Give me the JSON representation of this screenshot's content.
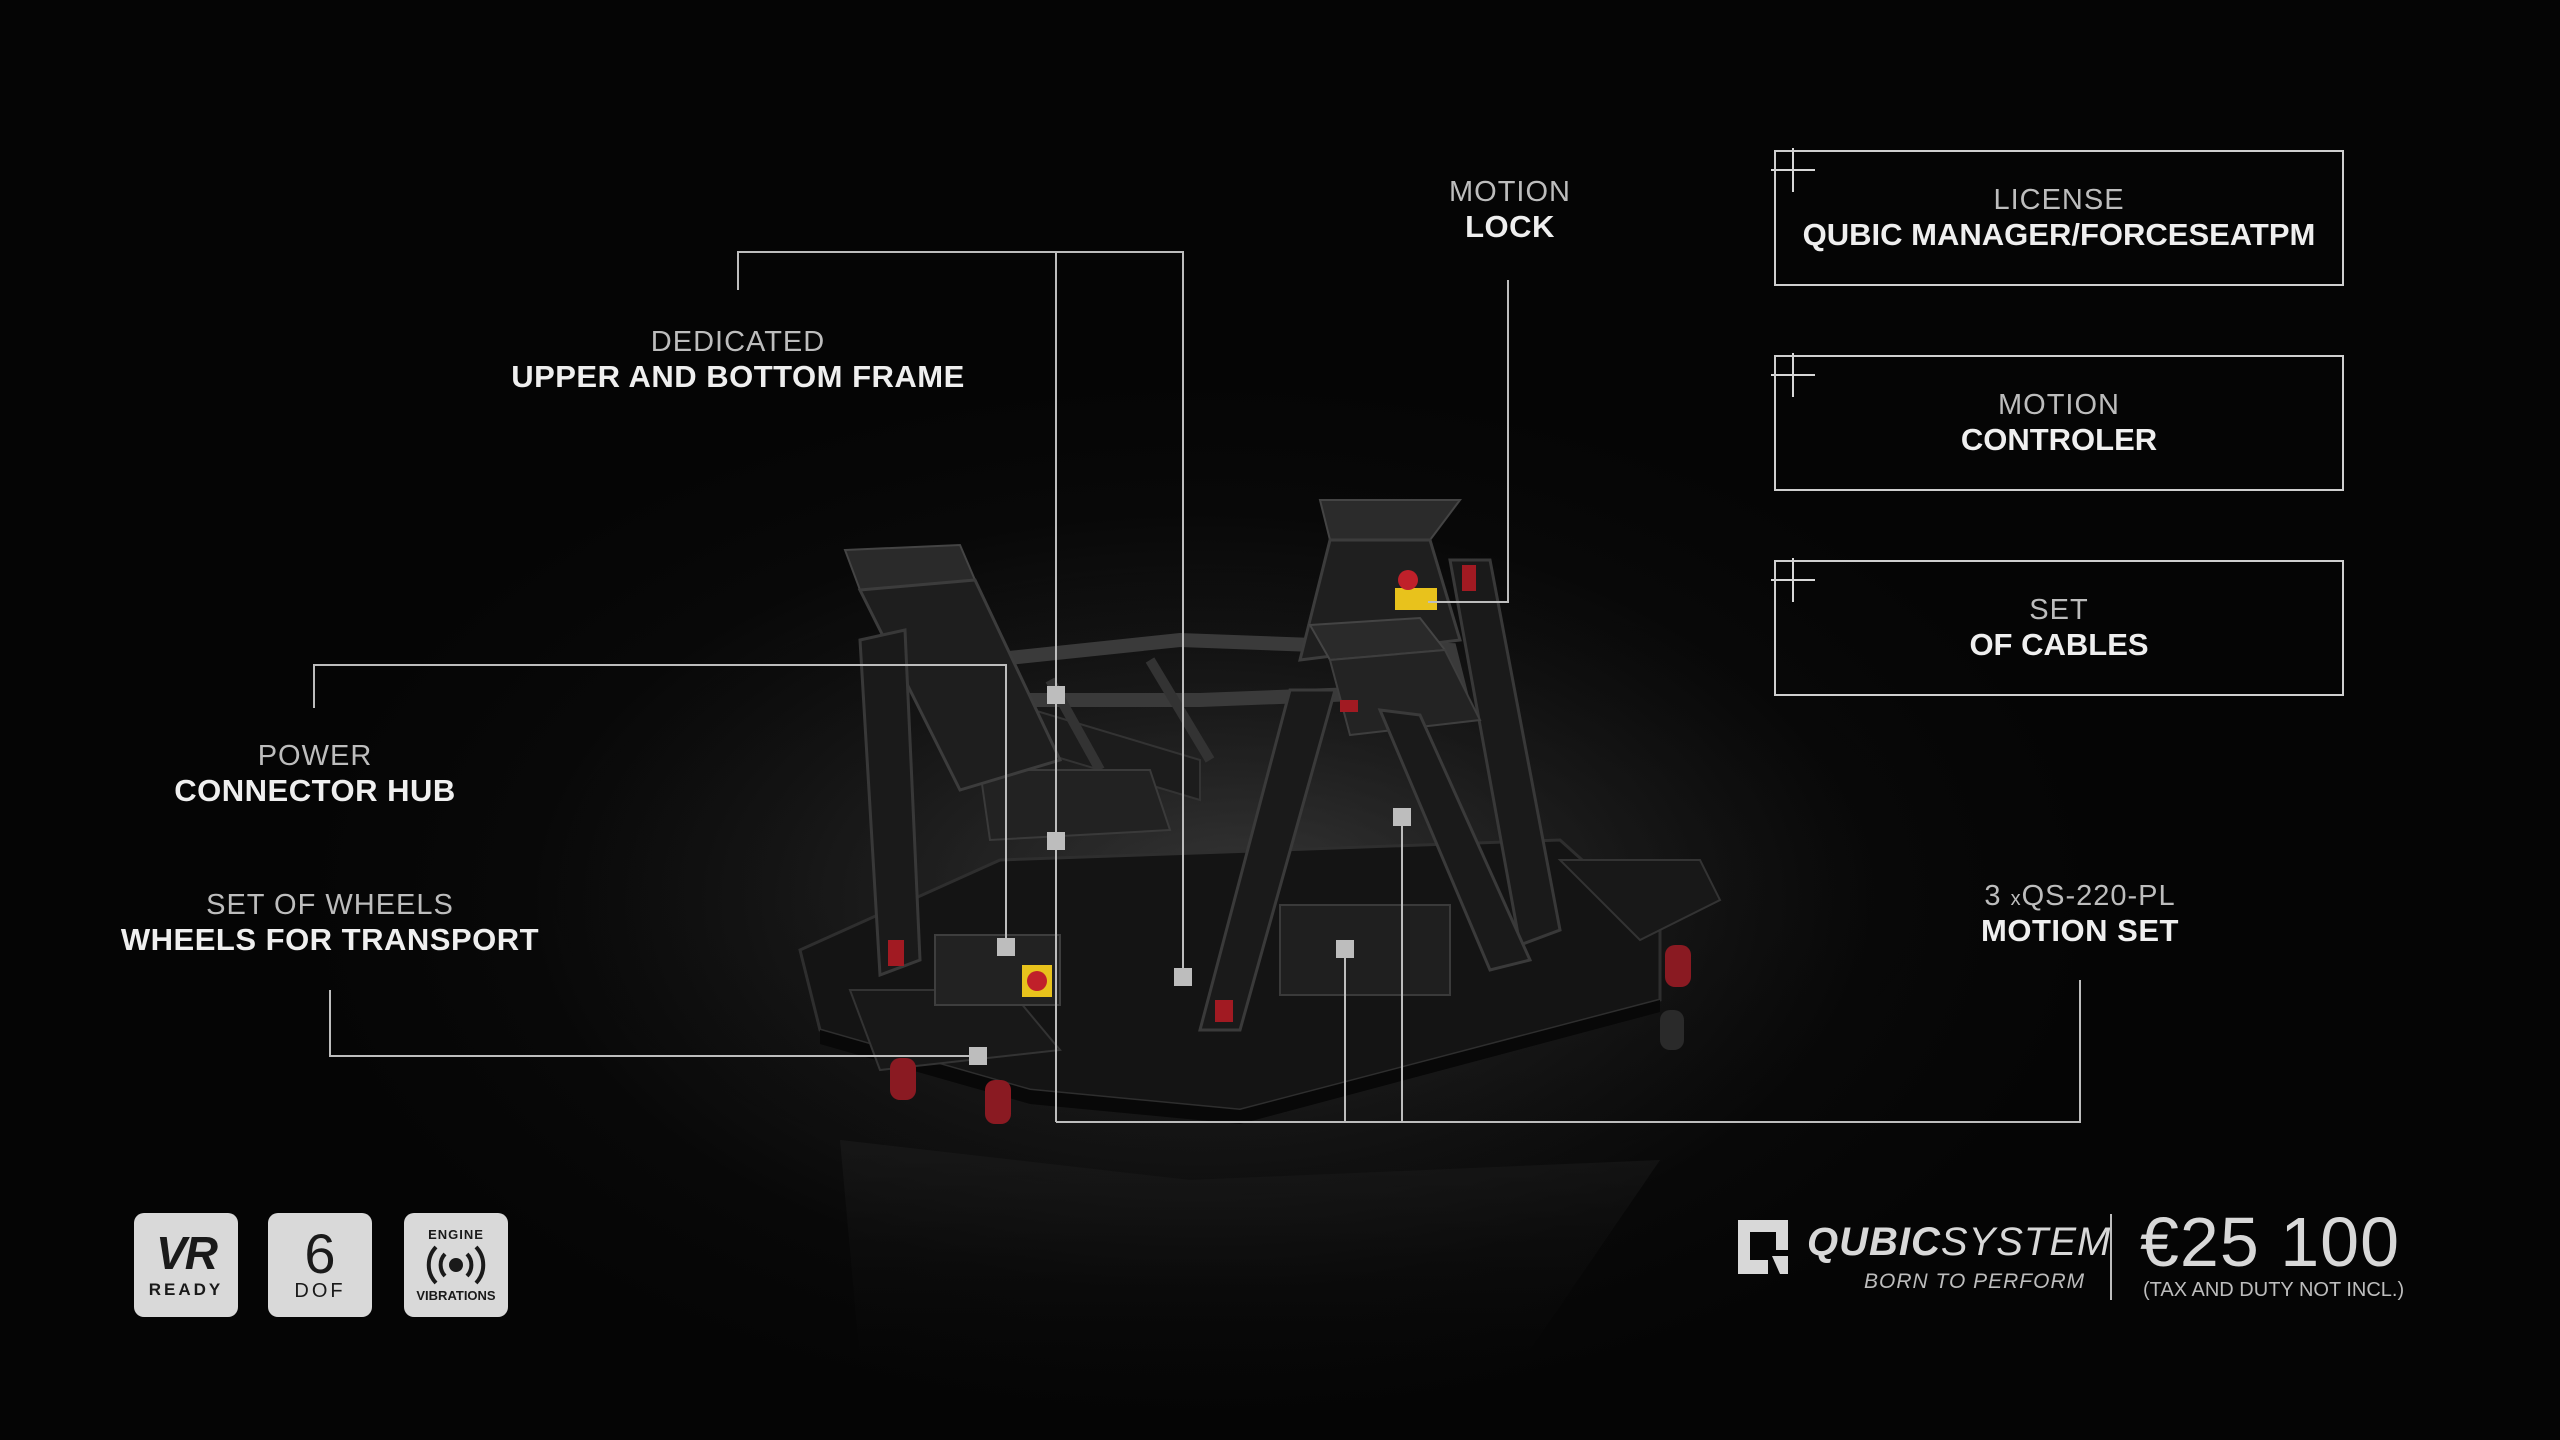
{
  "callouts": {
    "motion_lock": {
      "thin": "MOTION",
      "bold": "LOCK"
    },
    "frame": {
      "thin": "DEDICATED",
      "bold": "UPPER AND BOTTOM FRAME"
    },
    "power": {
      "thin": "POWER",
      "bold": "CONNECTOR HUB"
    },
    "wheels": {
      "thin": "SET OF WHEELS",
      "bold": "WHEELS FOR TRANSPORT"
    },
    "motion_set": {
      "qty": "3",
      "times": "x",
      "model": "QS-220-PL",
      "bold": "MOTION SET"
    }
  },
  "boxes": [
    {
      "thin": "LICENSE",
      "bold": "QUBIC MANAGER/FORCESEATPM"
    },
    {
      "thin": "MOTION",
      "bold": "CONTROLER"
    },
    {
      "thin": "SET",
      "bold": "OF CABLES"
    }
  ],
  "badges": {
    "vr": {
      "big": "VR",
      "small": "READY"
    },
    "dof": {
      "big": "6",
      "small": "DOF"
    },
    "engine": {
      "top": "ENGINE",
      "bottom": "VIBRATIONS"
    }
  },
  "brand": {
    "name_bold": "QUBIC",
    "name_light": "SYSTEM",
    "tagline": "BORN TO PERFORM"
  },
  "price": {
    "value": "€25 100",
    "note": "(TAX AND DUTY NOT INCL.)"
  },
  "colors": {
    "background": "#0a0a0a",
    "accent_red": "#c0202a",
    "accent_yellow": "#e8c21c",
    "line": "#cfcfcf"
  }
}
